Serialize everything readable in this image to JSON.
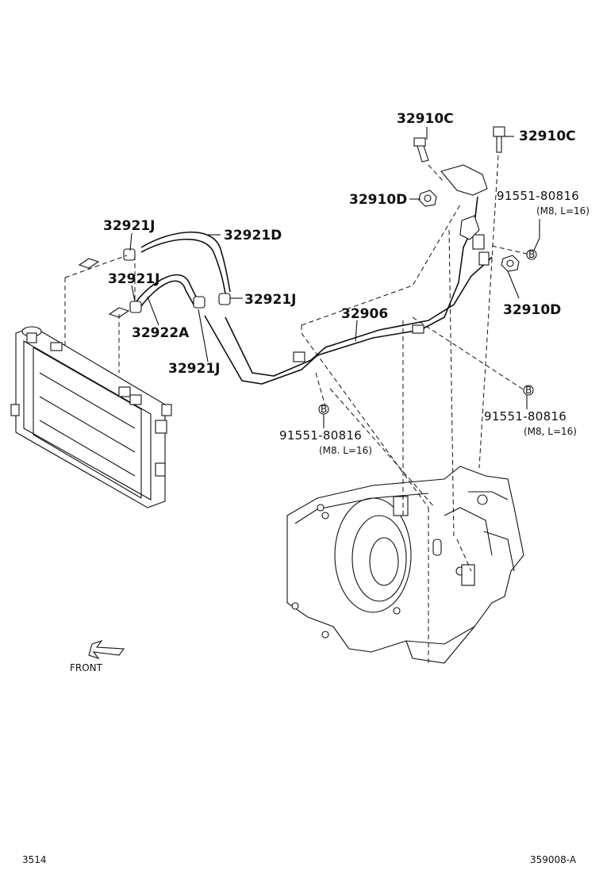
{
  "labels": {
    "bolt_top": "32910C",
    "bolt_right": "32910C",
    "nut_top": "32910D",
    "nut_right": "32910D",
    "bolt_b_top": "91551-80816",
    "bolt_b_top_spec": "(M8, L=16)",
    "bolt_b_mid": "91551-80816",
    "bolt_b_mid_spec": "(M8, L=16)",
    "bolt_b_left": "91551-80816",
    "bolt_b_left_spec": "(M8. L=16)",
    "clamp_upper_left": "32921J",
    "hose_upper": "32921D",
    "clamp_mid_left": "32921J",
    "clamp_mid_right": "32921J",
    "hose_lower": "32922A",
    "clamp_lower": "32921J",
    "tube_assy": "32906",
    "b_marker": "B"
  },
  "front_label": "FRONT",
  "footer": {
    "left": "3514",
    "right": "359008-A"
  }
}
